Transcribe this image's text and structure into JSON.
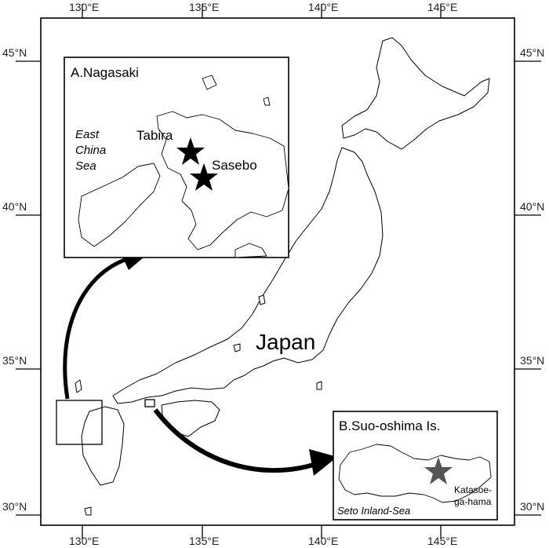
{
  "map": {
    "country_label": "Japan",
    "lon_labels": [
      "130°E",
      "135°E",
      "140°E",
      "145°E"
    ],
    "lat_labels": [
      "45°N",
      "40°N",
      "35°N",
      "30°N"
    ],
    "inset_a": {
      "title": "A.Nagasaki",
      "sea_label_lines": [
        "East",
        "China",
        "Sea"
      ],
      "sites": [
        "Tabira",
        "Sasebo"
      ]
    },
    "inset_b": {
      "title": "B.Suo-oshima Is.",
      "sea_label": "Seto Inland-Sea",
      "site_lines": [
        "Katasoe-",
        "ga-hama"
      ]
    },
    "colors": {
      "line": "#000000",
      "star_a": "#000000",
      "star_b": "#555555"
    }
  }
}
